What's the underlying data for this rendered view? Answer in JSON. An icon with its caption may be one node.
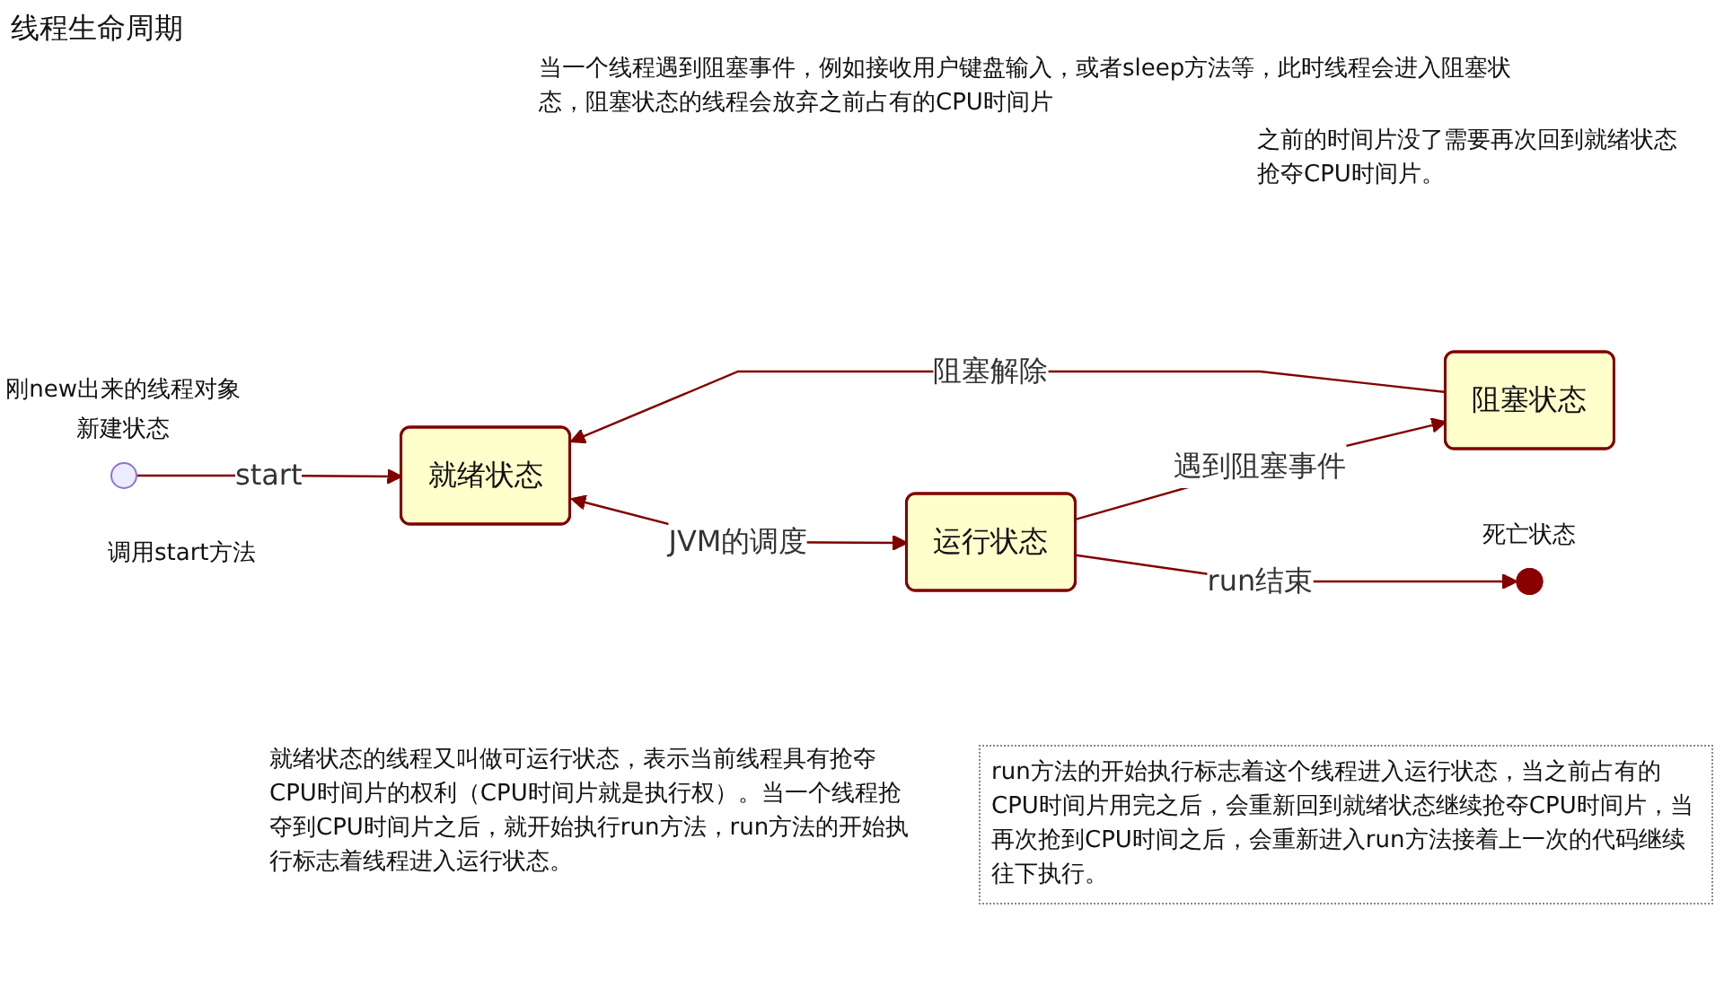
{
  "diagram": {
    "title": "线程生命周期",
    "nodes": [
      {
        "text": [],
        "shape": "circle",
        "beside": [
          "刚new出来的线程对象",
          "新建状态"
        ]
      },
      {
        "text": [
          "就绪状态"
        ]
      },
      {
        "text": [
          "阻塞状态"
        ]
      },
      {
        "text": [
          "运行状态"
        ]
      },
      {
        "text": [],
        "shape": "circle",
        "beside": [
          "死亡状态"
        ]
      }
    ],
    "edges": [
      {
        "from": 0,
        "to": 1,
        "arrow": "to",
        "label": "start"
      },
      {
        "from": 2,
        "to": 1,
        "arrow": "to",
        "label": "阻塞解除"
      },
      {
        "from": 3,
        "to": 2,
        "arrow": "to",
        "label": "遇到阻塞事件"
      },
      {
        "from": 1,
        "to": 3,
        "arrow": "both",
        "label": "JVM的调度"
      },
      {
        "from": 3,
        "to": 4,
        "arrow": "to",
        "label": "run结束"
      }
    ],
    "labels": [
      "当一个线程遇到阻塞事件，例如接收用户键盘输入，或者sleep方法等，此时线程会进入阻塞状态，阻塞状态的线程会放弃之前占有的CPU时间片",
      "之前的时间片没了需要再次回到就绪状态抢夺CPU时间片。",
      "调用start方法",
      "就绪状态的线程又叫做可运行状态，表示当前线程具有抢夺CPU时间片的权利（CPU时间片就是执行权）。当一个线程抢夺到CPU时间片之后，就开始执行run方法，run方法的开始执行标志着线程进入运行状态。",
      "run方法的开始执行标志着这个线程进入运行状态，当之前占有的CPU时间片用完之后，会重新回到就绪状态继续抢夺CPU时间片，当再次抢到CPU时间之后，会重新进入run方法接着上一次的代码继续往下执行。"
    ]
  }
}
